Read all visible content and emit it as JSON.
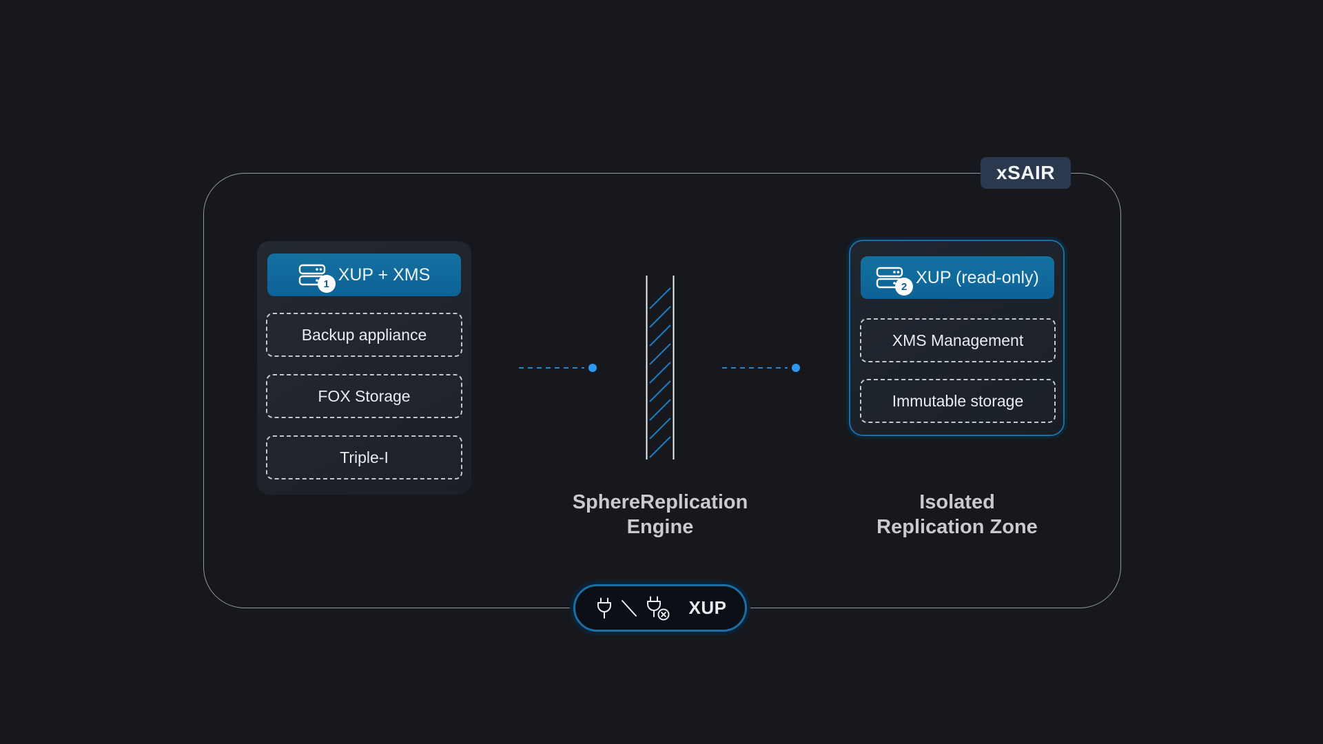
{
  "badge_label": "xSAIR",
  "left_panel": {
    "primary_label": "XUP + XMS",
    "primary_count": "1",
    "items": [
      "Backup appliance",
      "FOX Storage",
      "Triple-I"
    ]
  },
  "engine_caption": {
    "line1": "SphereReplication",
    "line2": "Engine"
  },
  "right_panel": {
    "primary_label": "XUP (read-only)",
    "primary_count": "2",
    "items": [
      "XMS Management",
      "Immutable storage"
    ],
    "caption_line1": "Isolated",
    "caption_line2": "Replication Zone"
  },
  "footer": {
    "label": "XUP"
  },
  "icons": {
    "left_primary": "server-stack-icon",
    "right_primary": "server-stack-icon",
    "footer": [
      "plug-icon",
      "disconnect-slash-icon",
      "plug-off-icon"
    ]
  },
  "colors": {
    "background": "#17181d",
    "node_blue": "#116a9e",
    "zone_border_blue": "#1b6fa5",
    "flow_dot_blue": "#2e97ef",
    "hatch_blue": "#2079ba",
    "badge_background": "#2c384d",
    "dashed_border": "#c4c9cf",
    "caption_text": "#c9cacc"
  }
}
